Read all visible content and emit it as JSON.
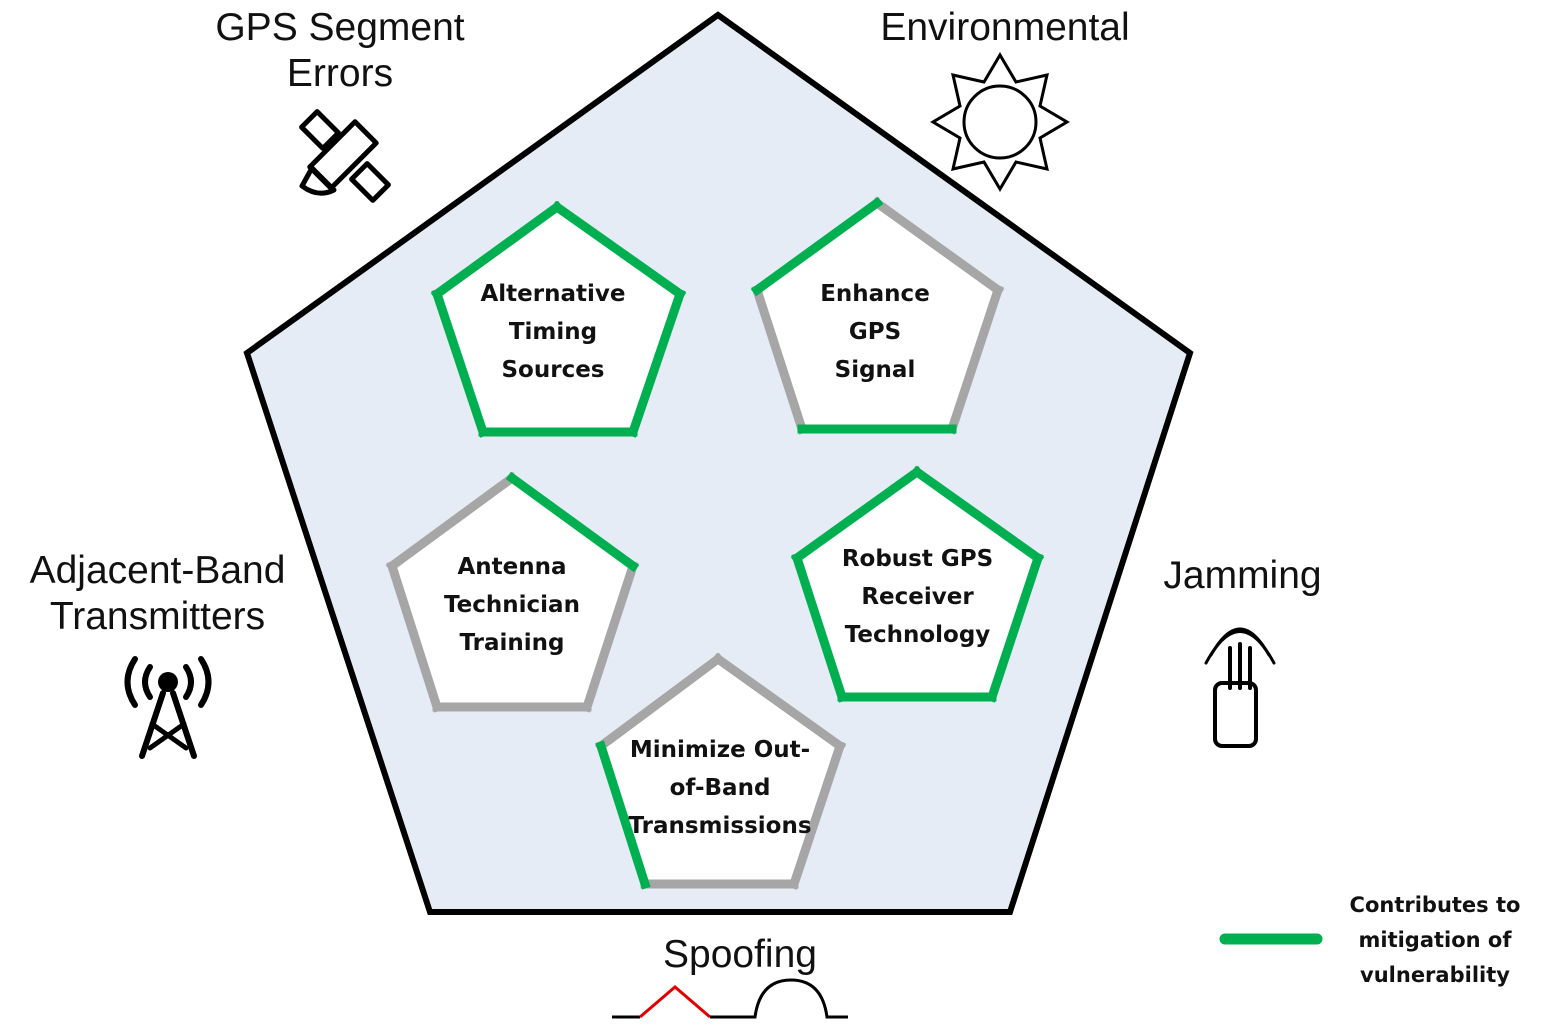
{
  "vulnerabilities": {
    "gps_segment_errors": [
      "GPS Segment",
      "Errors"
    ],
    "environmental": [
      "Environmental"
    ],
    "adjacent_band": [
      "Adjacent-Band",
      "Transmitters"
    ],
    "jamming": [
      "Jamming"
    ],
    "spoofing": [
      "Spoofing"
    ]
  },
  "mitigations": {
    "alternative_timing": [
      "Alternative",
      "Timing",
      "Sources"
    ],
    "enhance_gps": [
      "Enhance",
      "GPS",
      "Signal"
    ],
    "antenna_training": [
      "Antenna",
      "Technician",
      "Training"
    ],
    "robust_receiver": [
      "Robust GPS",
      "Receiver",
      "Technology"
    ],
    "minimize_oob": [
      "Minimize Out-",
      "of-Band",
      "Transmissions"
    ]
  },
  "legend": {
    "label": [
      "Contributes to",
      "mitigation of",
      "vulnerability"
    ]
  },
  "colors": {
    "mitigates": "#00b050",
    "no_mitigation": "#a6a6a6",
    "outer_fill": "#e6ecf6",
    "outer_stroke": "#000000",
    "spoof_peak": "#e00000"
  }
}
